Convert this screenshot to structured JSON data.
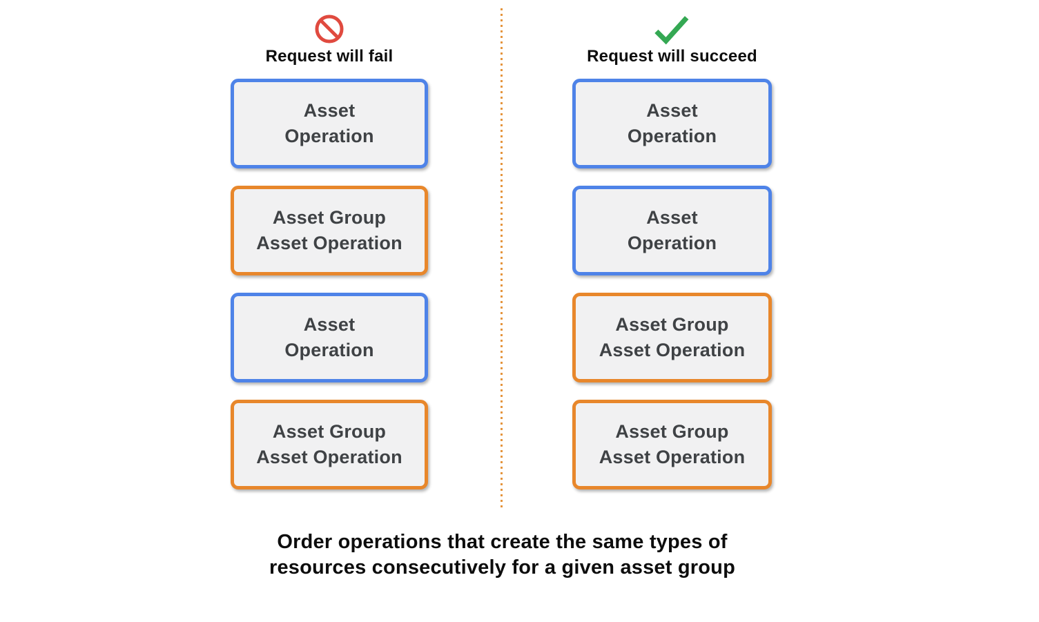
{
  "diagram": {
    "fail_column": {
      "icon": "prohibition-icon",
      "label": "Request will fail",
      "boxes": [
        {
          "line1": "Asset",
          "line2": "Operation",
          "color": "blue"
        },
        {
          "line1": "Asset Group",
          "line2": "Asset Operation",
          "color": "orange"
        },
        {
          "line1": "Asset",
          "line2": "Operation",
          "color": "blue"
        },
        {
          "line1": "Asset Group",
          "line2": "Asset Operation",
          "color": "orange"
        }
      ]
    },
    "succeed_column": {
      "icon": "checkmark-icon",
      "label": "Request will succeed",
      "boxes": [
        {
          "line1": "Asset",
          "line2": "Operation",
          "color": "blue"
        },
        {
          "line1": "Asset",
          "line2": "Operation",
          "color": "blue"
        },
        {
          "line1": "Asset Group",
          "line2": "Asset Operation",
          "color": "orange"
        },
        {
          "line1": "Asset Group",
          "line2": "Asset Operation",
          "color": "orange"
        }
      ]
    },
    "caption_line1": "Order operations that create the same types of",
    "caption_line2": "resources consecutively for a given asset group"
  },
  "colors": {
    "blue-border": "#4e83e8",
    "orange-border": "#e8872b",
    "red-icon": "#e04a3f",
    "green-icon": "#34a853",
    "box-bg": "#f1f1f2",
    "box-text": "#3f4245",
    "divider": "#e5943c",
    "heading-text": "#0d0d0d"
  }
}
